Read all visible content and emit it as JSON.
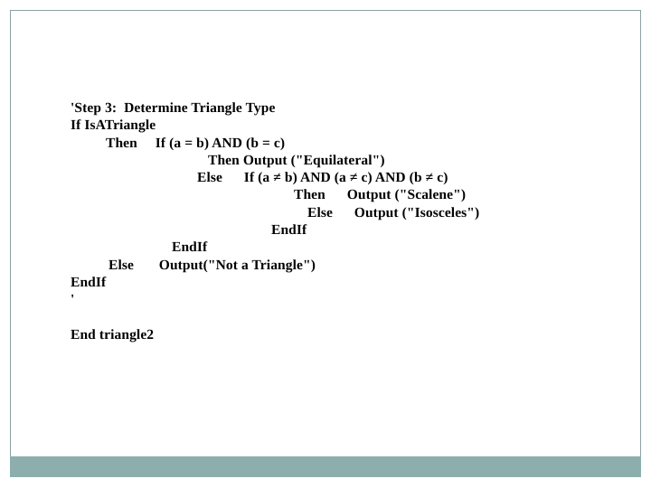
{
  "slide": {
    "accent_color": "#8cafae",
    "frame_border_color": "#8fa0a4",
    "background_color": "#ffffff",
    "text_color": "#000000"
  },
  "code": {
    "lines": [
      {
        "text": "'Step 3:  Determine Triangle Type",
        "indent": "ind-0"
      },
      {
        "text": "If IsATriangle",
        "indent": "ind-0"
      },
      {
        "text": "Then     If (a = b) AND (b = c)",
        "indent": "ind-1"
      },
      {
        "text": "Then Output (\"Equilateral\")",
        "indent": "ind-3"
      },
      {
        "text": "Else      If (a ≠ b) AND (a ≠ c) AND (b ≠ c)",
        "indent": "ind-4"
      },
      {
        "text": "Then      Output (\"Scalene\")",
        "indent": "ind-5"
      },
      {
        "text": "Else      Output (\"Isosceles\")",
        "indent": "ind-6"
      },
      {
        "text": "EndIf",
        "indent": "ind-7"
      },
      {
        "text": "EndIf",
        "indent": "ind-8"
      },
      {
        "text": "Else       Output(\"Not a Triangle\")",
        "indent": "ind-9"
      },
      {
        "text": "EndIf",
        "indent": "ind-0"
      },
      {
        "text": "'",
        "indent": "ind-0"
      },
      {
        "text": "",
        "indent": "ind-0"
      },
      {
        "text": "End triangle2",
        "indent": "ind-0"
      }
    ]
  }
}
